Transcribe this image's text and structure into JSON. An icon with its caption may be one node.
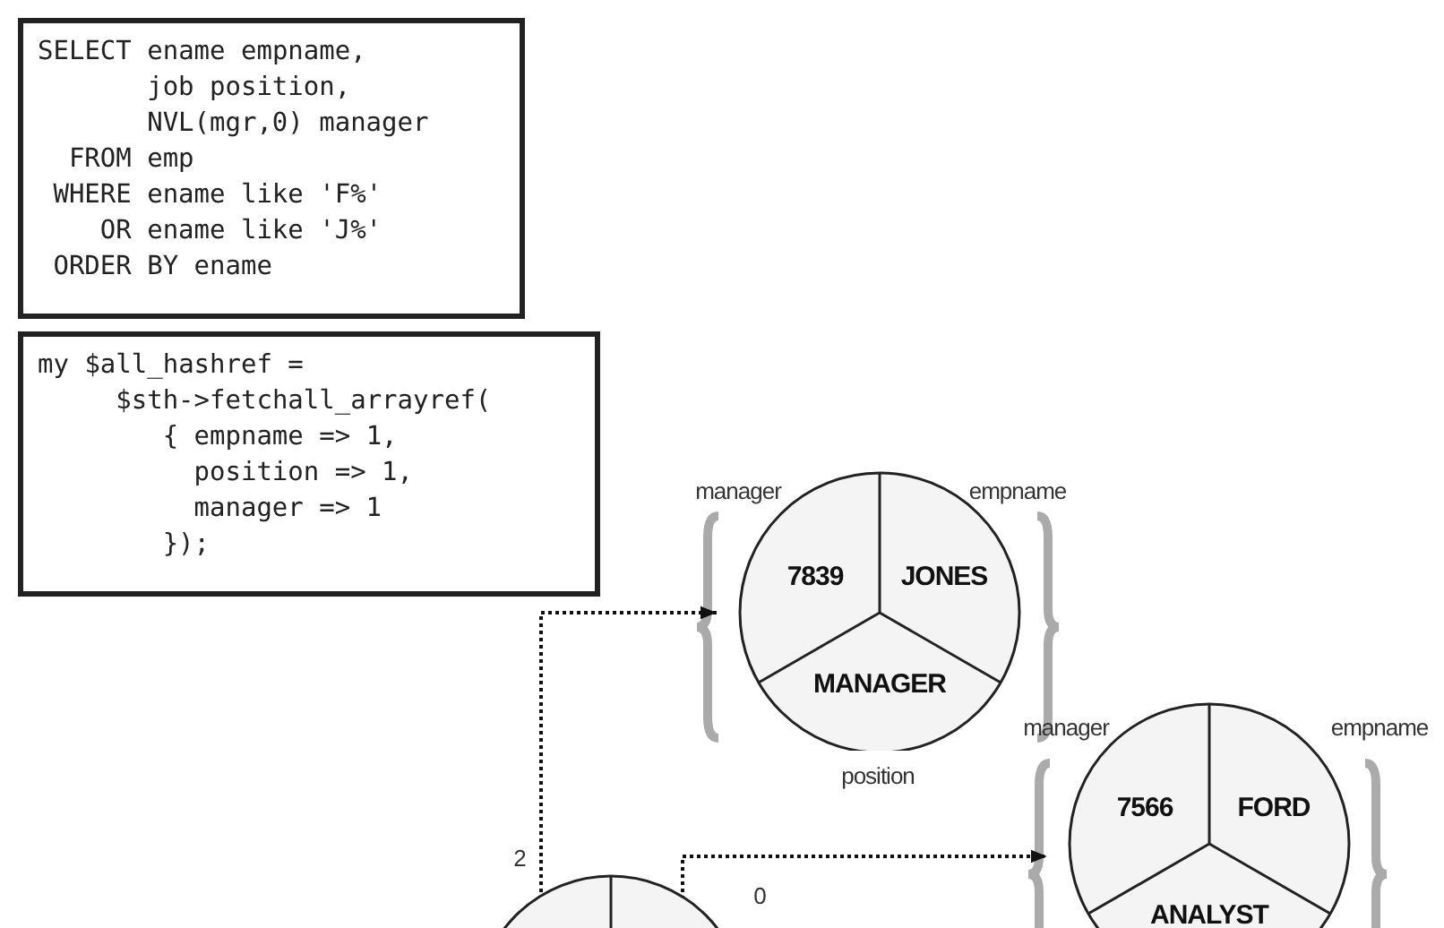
{
  "diagram": {
    "nodes": [
      {
        "text": [
          "SELECT ename empname,",
          "job position,",
          "NVL(mgr,0) manager",
          "FROM emp",
          "WHERE ename like 'F%'",
          "OR ename like 'J%'",
          "ORDER BY ename"
        ]
      },
      {
        "text": [
          "my $all_hashref =",
          "$sth->fetchall_arrayref(",
          "{ empname => 1,",
          "position => 1,",
          "manager => 1",
          "});"
        ]
      },
      {
        "text": [
          "7839",
          "JONES",
          "MANAGER"
        ],
        "beside": [
          "manager",
          "empname",
          "position"
        ]
      },
      {
        "text": [
          "7566",
          "FORD",
          "ANALYST"
        ],
        "beside": [
          "manager",
          "empname"
        ]
      },
      {
        "text": [],
        "shape": "circle",
        "beside": [
          "2",
          "0"
        ]
      }
    ],
    "edges": [
      {
        "from": 4,
        "to": 2,
        "arrow": "to",
        "style": "dashed"
      },
      {
        "from": 4,
        "to": 3,
        "arrow": "to",
        "style": "dashed"
      }
    ]
  }
}
